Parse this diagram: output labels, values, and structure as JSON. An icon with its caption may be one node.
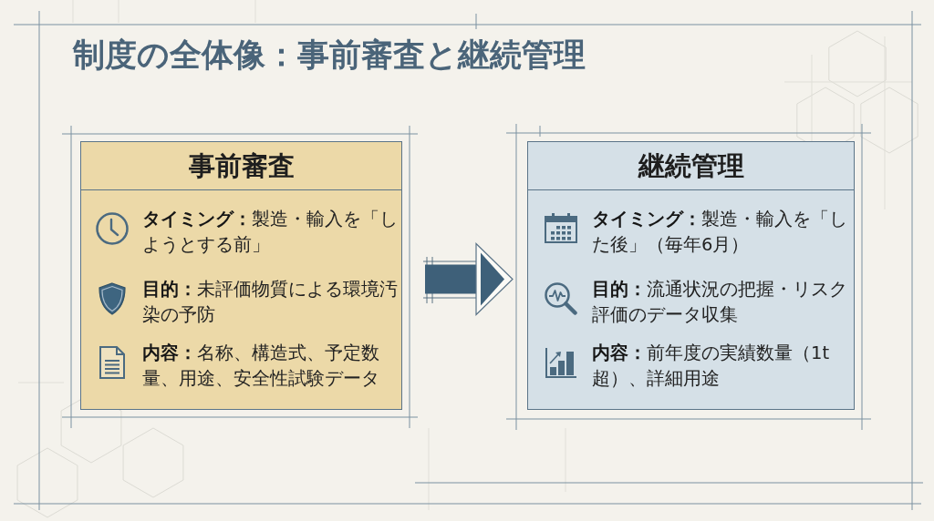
{
  "diagram": {
    "title": "制度の全体像：事前審査と継続管理",
    "nodes": [
      {
        "text": [
          "事前審査",
          "**タイミング：**製造・輸入を「しようとする前」",
          "**目的：**未評価物質による環境汚染の予防",
          "**内容：**名称、構造式、予定数量、用途、安全性試験データ"
        ]
      },
      {
        "text": [
          "継続管理",
          "**タイミング：**製造・輸入を「した後」（毎年6月）",
          "**目的：**流通状況の把握・リスク評価のデータ収集",
          "**内容：**前年度の実績数量（1t超）、詳細用途"
        ]
      }
    ],
    "edges": [
      {
        "from": 0,
        "to": 1,
        "arrow": "to"
      }
    ]
  }
}
